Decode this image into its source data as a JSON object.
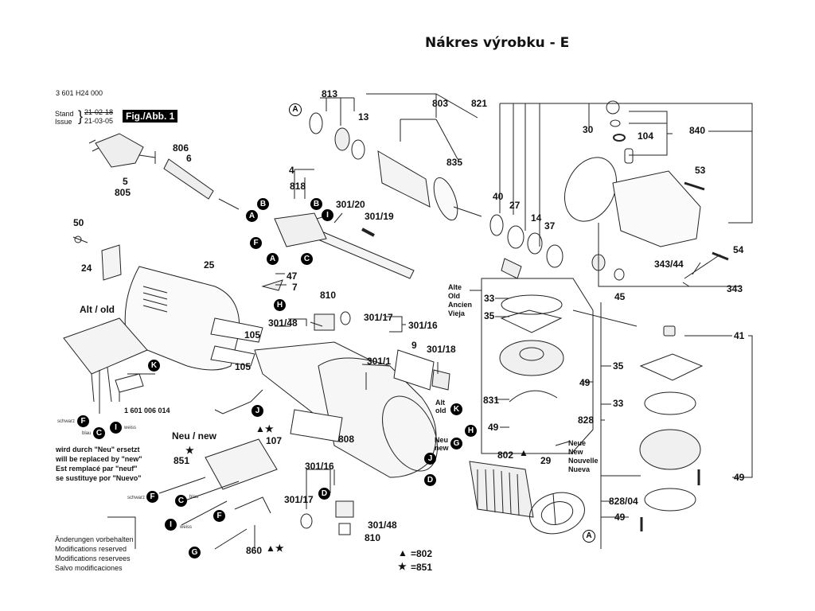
{
  "title": "Nákres výrobku - E",
  "header": {
    "part_number": "3 601 H24 000",
    "stand_label": "Stand",
    "issue_label": "Issue",
    "stand_date_struck": "21-02-18",
    "issue_date": "21-03-05",
    "figure_badge": "Fig./Abb. 1"
  },
  "markers": {
    "A": "A",
    "B": "B",
    "C": "C",
    "D": "D",
    "F": "F",
    "G": "G",
    "H": "H",
    "I": "I",
    "J": "J",
    "K": "K"
  },
  "parts": {
    "p5": "5",
    "p805": "805",
    "p806": "806",
    "p6": "6",
    "p50": "50",
    "p24": "24",
    "p25": "25",
    "p105a": "105",
    "p105b": "105",
    "p4": "4",
    "p818": "818",
    "p813": "813",
    "p13": "13",
    "p803": "803",
    "p835": "835",
    "p301_20": "301/20",
    "p301_19": "301/19",
    "p47": "47",
    "p7": "7",
    "p810": "810",
    "p301_48": "301/48",
    "p301_17": "301/17",
    "p301_16": "301/16",
    "p9": "9",
    "p301_18": "301/18",
    "p301_1": "301/1",
    "p808": "808",
    "p107": "107",
    "p851": "851",
    "p860": "860",
    "p301_16b": "301/16",
    "p301_17b": "301/17",
    "p301_48b": "301/48",
    "p810b": "810",
    "p802": "802",
    "p29": "29",
    "p821": "821",
    "p40": "40",
    "p27": "27",
    "p14": "14",
    "p37": "37",
    "p30": "30",
    "p104": "104",
    "p840": "840",
    "p53": "53",
    "p54": "54",
    "p343_44": "343/44",
    "p343": "343",
    "p45": "45",
    "p33a": "33",
    "p35a": "35",
    "p49a": "49",
    "p831": "831",
    "p49b": "49",
    "p828": "828",
    "p41": "41",
    "p35b": "35",
    "p33b": "33",
    "p49c": "49",
    "p828_04": "828/04",
    "p49d": "49",
    "p1601": "1 601 006 014"
  },
  "labels": {
    "alt_old": "Alt / old",
    "neu_new": "Neu / new",
    "alt_old_short_1": "Alt",
    "alt_old_short_2": "old",
    "neu_new_short_1": "Neu",
    "neu_new_short_2": "new",
    "alte": [
      "Alte",
      "Old",
      "Ancien",
      "Vieja"
    ],
    "neue": [
      "Neue",
      "New",
      "Nouvelle",
      "Nueva"
    ],
    "wire_schwarz": "schwarz",
    "wire_blau": "blau",
    "wire_weiss": "weiss"
  },
  "notes": {
    "replaced": [
      "wird durch \"Neu\" ersetzt",
      "will be replaced by \"new\"",
      "Est remplacé par \"neuf\"",
      "se sustituye por \"Nuevo\""
    ],
    "modifications": [
      "Änderungen vorbehalten",
      "Modifications reserved",
      "Modifications reservees",
      "Salvo modificaciones"
    ]
  },
  "legend": {
    "triangle_symbol": "▲",
    "triangle_value": "=802",
    "star_symbol": "★",
    "star_value": "=851"
  }
}
